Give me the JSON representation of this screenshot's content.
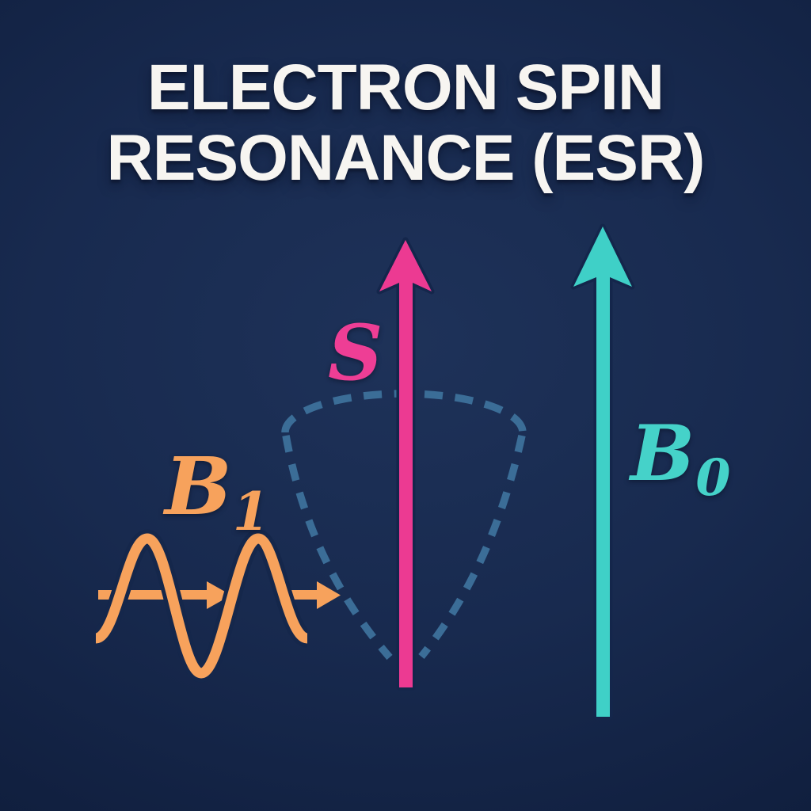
{
  "title": {
    "line1": "ELECTRON SPIN",
    "line2": "RESONANCE (ESR)"
  },
  "labels": {
    "spin": {
      "base": "S"
    },
    "b1": {
      "base": "B",
      "sub": "1"
    },
    "b0": {
      "base": "B",
      "sub": "0"
    }
  },
  "colors": {
    "background_center": "#1e3259",
    "background_edge": "#0c1832",
    "title_text": "#f7f5f1",
    "spin_pink": "#ec3a92",
    "b0_teal": "#3fd0c7",
    "b1_orange": "#f7a25c",
    "cone_dash_blue": "#3b6d97",
    "outline_navy": "#15274b"
  },
  "shapes": {
    "spin_arrow": "up-arrow",
    "b0_arrow": "up-arrow",
    "b1_wave": "sine-wave-with-right-arrow",
    "precession_cone": "dashed-cone-outline"
  }
}
